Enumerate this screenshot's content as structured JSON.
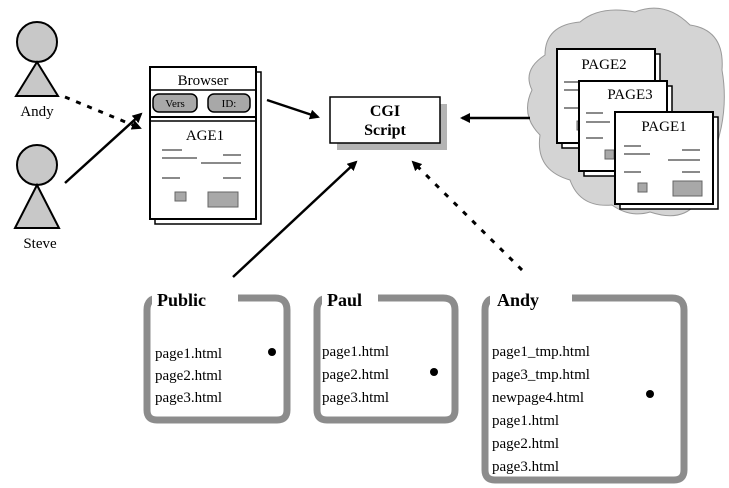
{
  "users": [
    {
      "name": "Andy"
    },
    {
      "name": "Steve"
    }
  ],
  "browser": {
    "title": "Browser",
    "vers_button": "Vers",
    "id_button": "ID:",
    "page_label": "AGE1"
  },
  "cgi": {
    "line1": "CGI",
    "line2": "Script"
  },
  "pages": [
    {
      "label": "PAGE2"
    },
    {
      "label": "PAGE3"
    },
    {
      "label": "PAGE1"
    }
  ],
  "folders": [
    {
      "title": "Public",
      "files": [
        "page1.html",
        "page2.html",
        "page3.html"
      ]
    },
    {
      "title": "Paul",
      "files": [
        "page1.html",
        "page2.html",
        "page3.html"
      ]
    },
    {
      "title": "Andy",
      "files": [
        "page1_tmp.html",
        "page3_tmp.html",
        "newpage4.html",
        "page1.html",
        "page2.html",
        "page3.html"
      ]
    }
  ],
  "colors": {
    "person_fill": "#c8c8c8",
    "cloud_fill": "#d4d4d4",
    "folder_border": "#8c8c8c",
    "widget_gray": "#a8a8a8",
    "shadow": "#b4b4b4"
  }
}
